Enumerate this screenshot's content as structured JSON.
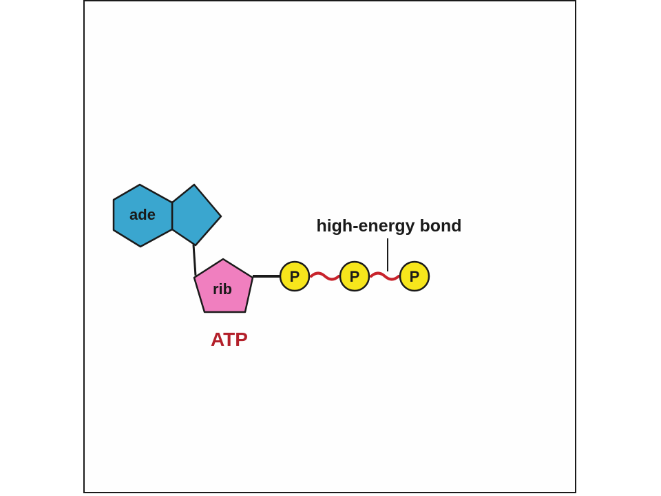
{
  "labels": {
    "adenine": "ade",
    "ribose": "rib",
    "phosphate_1": "P",
    "phosphate_2": "P",
    "phosphate_3": "P",
    "molecule": "ATP",
    "bond": "high-energy bond"
  },
  "colors": {
    "adenine_fill": "#3aa6cf",
    "ribose_fill": "#f07fbf",
    "phosphate_fill": "#f7e61c",
    "high_energy_bond": "#c8232c",
    "molecule_label": "#b3202a",
    "outline": "#1a1a1a"
  }
}
